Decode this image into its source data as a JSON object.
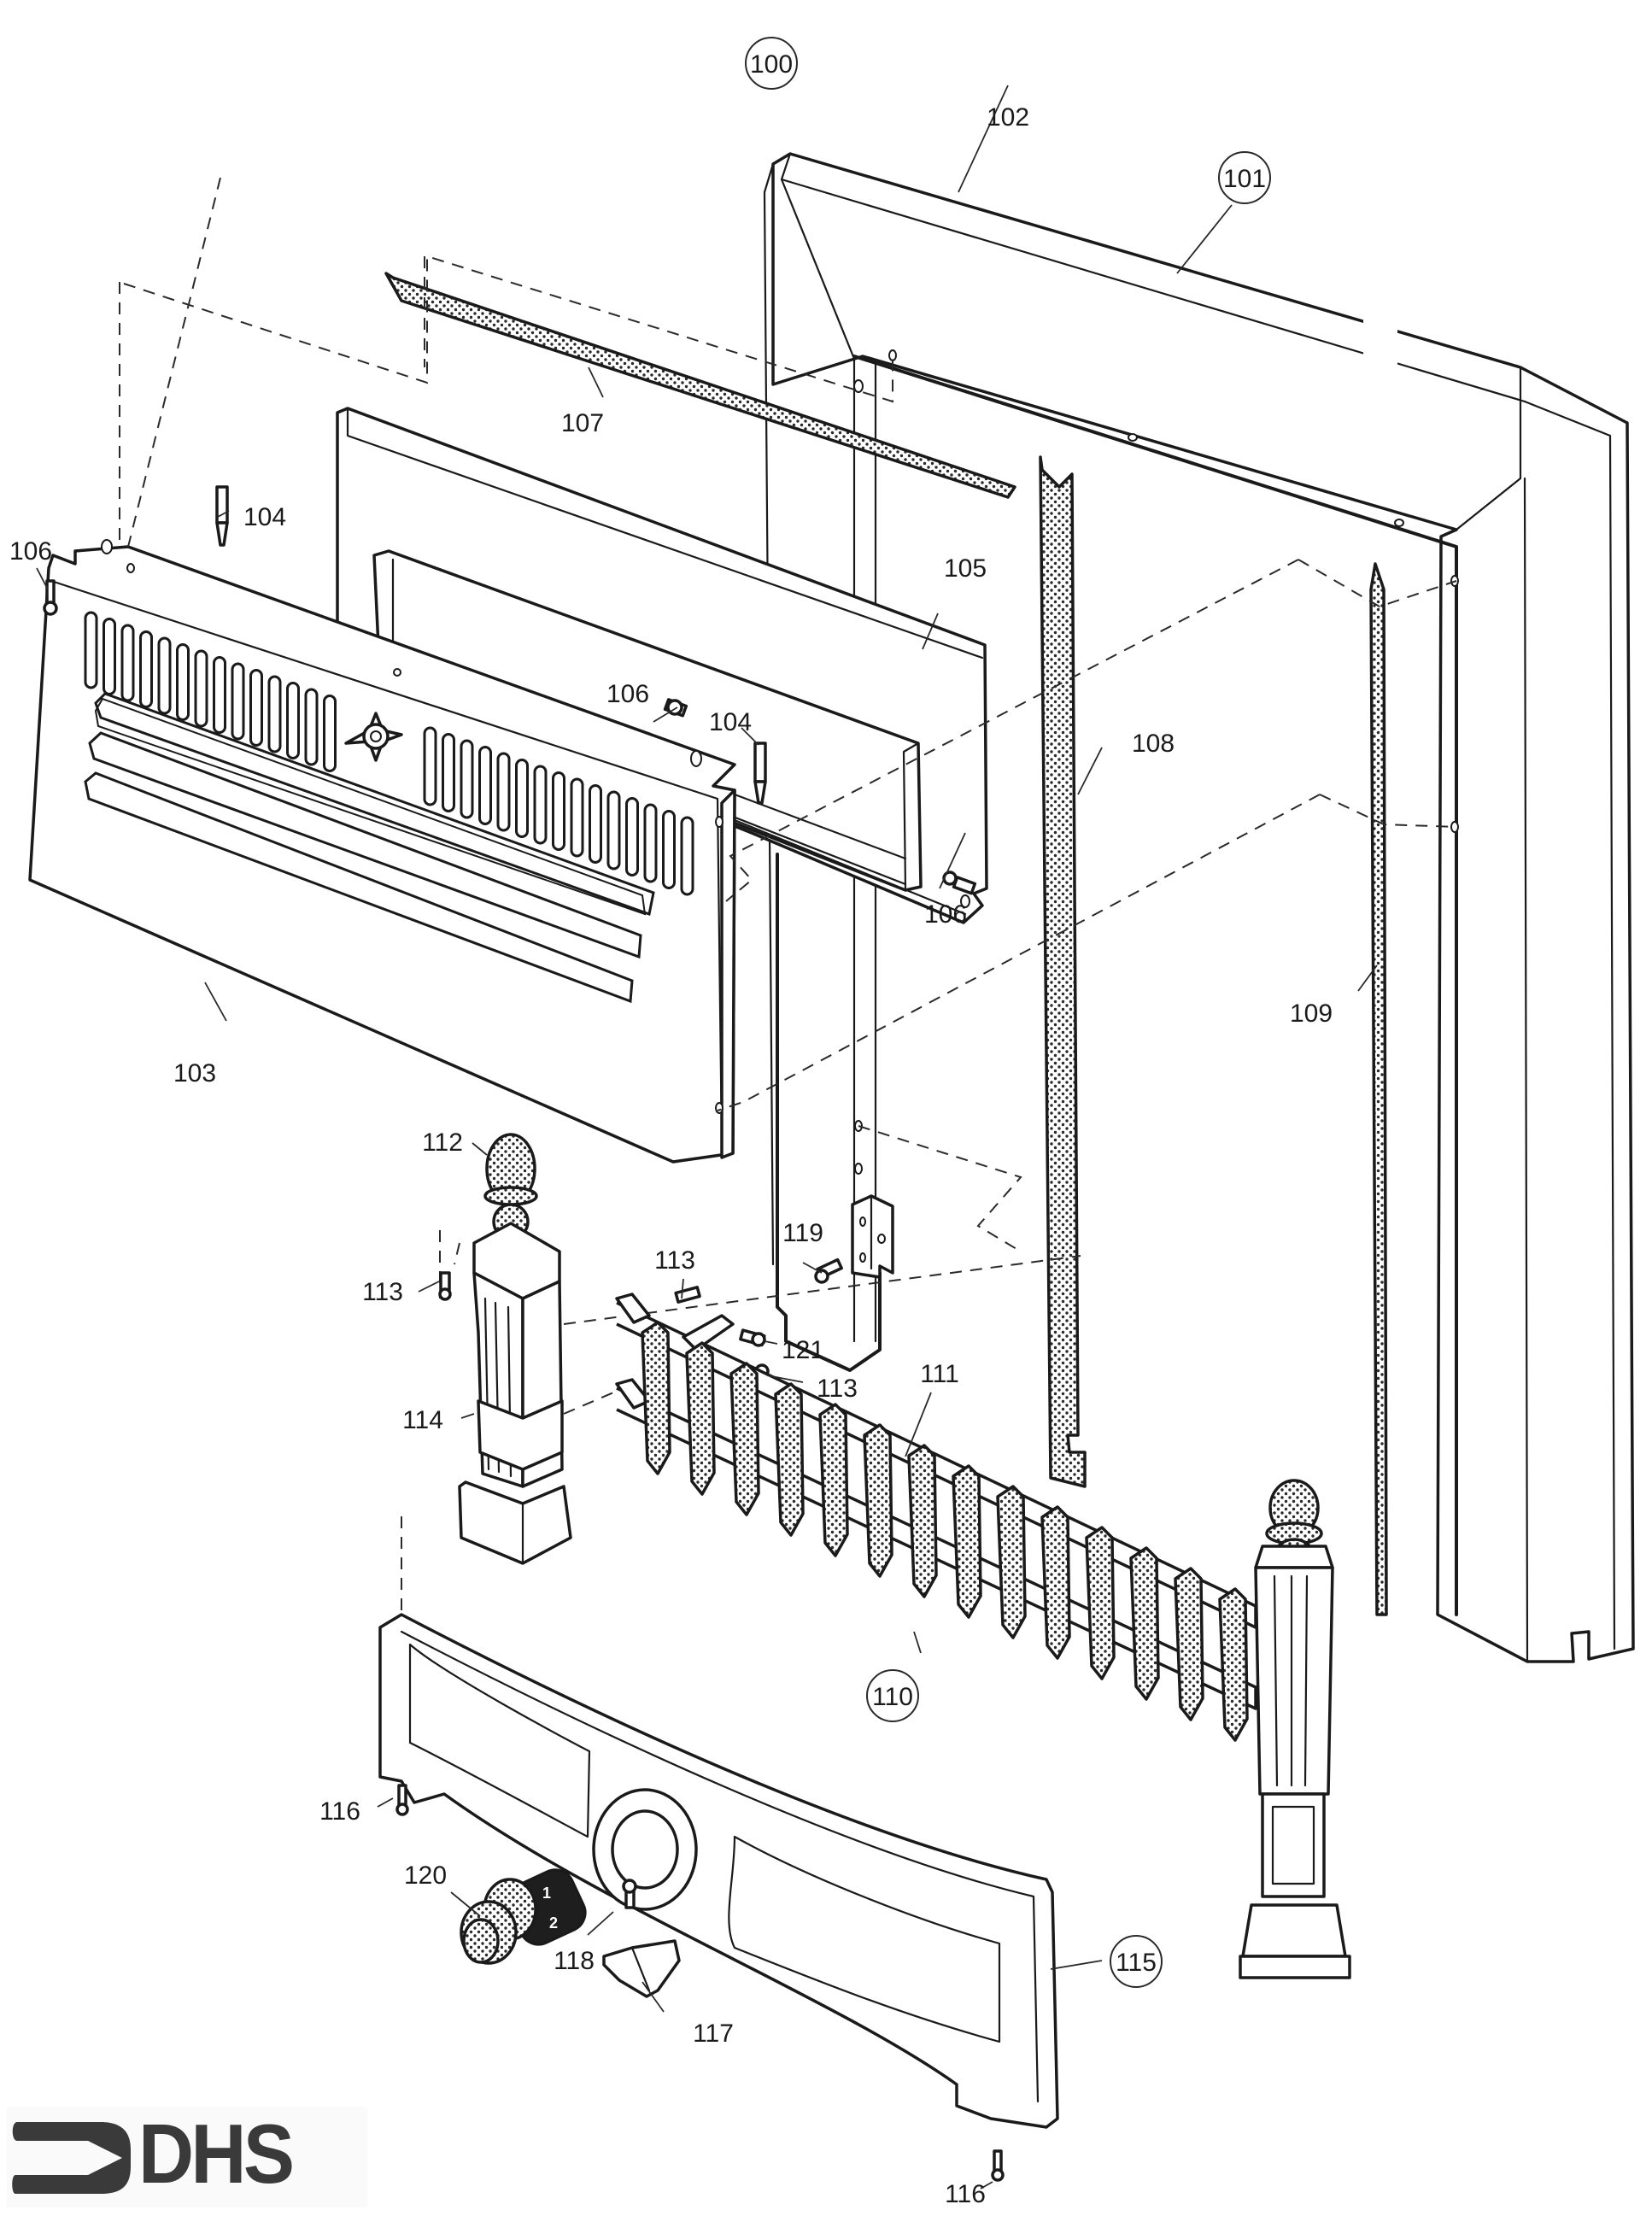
{
  "diagram": {
    "title": "Exploded parts diagram - fire surround assembly",
    "assembly_callout": "100",
    "callouts": [
      {
        "id": "100",
        "circled": true,
        "part": "assembly"
      },
      {
        "id": "101",
        "circled": true,
        "part": "surround frame"
      },
      {
        "id": "102",
        "circled": false,
        "part": "surround top edge"
      },
      {
        "id": "103",
        "circled": false,
        "part": "louvred canopy"
      },
      {
        "id": "104",
        "circled": false,
        "part": "stud"
      },
      {
        "id": "105",
        "circled": false,
        "part": "inner panel"
      },
      {
        "id": "106",
        "circled": false,
        "part": "screw"
      },
      {
        "id": "107",
        "circled": false,
        "part": "top seal strip"
      },
      {
        "id": "108",
        "circled": false,
        "part": "left side strip"
      },
      {
        "id": "109",
        "circled": false,
        "part": "right side strip"
      },
      {
        "id": "110",
        "circled": true,
        "part": "fret / fuel bed bars"
      },
      {
        "id": "111",
        "circled": false,
        "part": "fret bar"
      },
      {
        "id": "112",
        "circled": false,
        "part": "finial"
      },
      {
        "id": "113",
        "circled": false,
        "part": "screw"
      },
      {
        "id": "114",
        "circled": false,
        "part": "pillar"
      },
      {
        "id": "115",
        "circled": true,
        "part": "front trim"
      },
      {
        "id": "116",
        "circled": false,
        "part": "screw"
      },
      {
        "id": "117",
        "circled": false,
        "part": "bracket"
      },
      {
        "id": "118",
        "circled": false,
        "part": "screw"
      },
      {
        "id": "119",
        "circled": false,
        "part": "screw"
      },
      {
        "id": "120",
        "circled": false,
        "part": "control knob"
      },
      {
        "id": "121",
        "circled": false,
        "part": "screw"
      }
    ],
    "labels": {
      "c100": "100",
      "c101": "101",
      "c102": "102",
      "c103": "103",
      "c104a": "104",
      "c104b": "104",
      "c105": "105",
      "c106a": "106",
      "c106b": "106",
      "c106c": "106",
      "c107": "107",
      "c108": "108",
      "c109": "109",
      "c110": "110",
      "c111": "111",
      "c112": "112",
      "c113a": "113",
      "c113b": "113",
      "c113c": "113",
      "c114": "114",
      "c115": "115",
      "c116a": "116",
      "c116b": "116",
      "c117": "117",
      "c118": "118",
      "c119": "119",
      "c120": "120",
      "c121": "121"
    },
    "knob_settings": [
      "1",
      "2"
    ]
  },
  "logo": {
    "text": "DHS",
    "icon": "arrow-right-icon",
    "color": "#3a3a3a"
  }
}
